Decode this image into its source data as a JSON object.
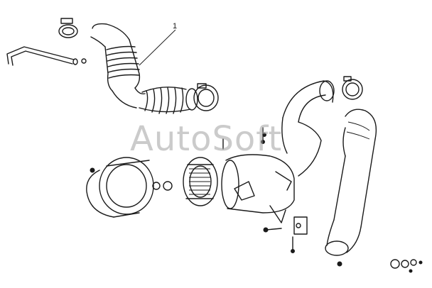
{
  "diagram": {
    "callouts": [
      {
        "label": "1"
      }
    ],
    "watermark": "AutoSoft",
    "parts": [
      "clamp-top",
      "hose-bellows-1",
      "breather-tube",
      "intake-corrugated-hose",
      "hose-clamp-right",
      "air-filter-cover",
      "filter-element",
      "air-filter-housing",
      "elbow-pipe",
      "outlet-hose",
      "hose-clamp-top-right",
      "bracket",
      "bolt-center",
      "bolt-bottom",
      "nut-washer-set",
      "small-bolt-top"
    ]
  }
}
